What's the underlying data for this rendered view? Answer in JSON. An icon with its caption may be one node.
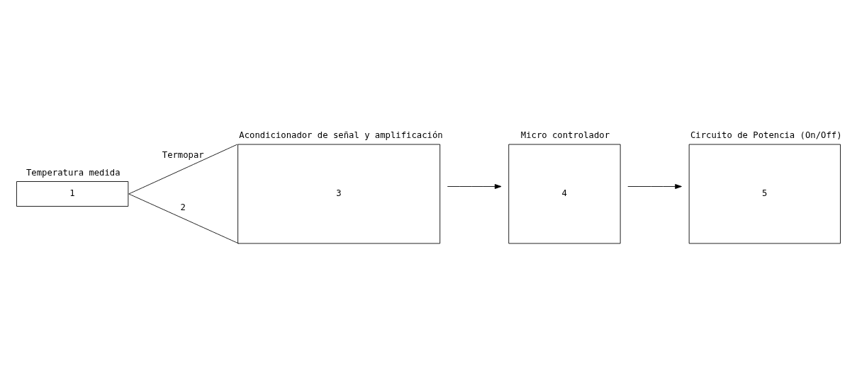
{
  "diagram": {
    "nodes": [
      {
        "text": [
          "Temperatura medida",
          "1"
        ]
      },
      {
        "text": [
          "Acondicionador de señal y amplificación",
          "3"
        ]
      },
      {
        "text": [
          "Micro controlador",
          "4"
        ]
      },
      {
        "text": [
          "Circuito de Potencia (On/Off)",
          "5"
        ]
      }
    ],
    "edges": [
      {
        "from": 0,
        "to": 1,
        "arrow": "none",
        "label": "Termopar"
      },
      {
        "from": 0,
        "to": 1,
        "arrow": "none",
        "label": "2"
      },
      {
        "from": 1,
        "to": 2,
        "arrow": "to"
      },
      {
        "from": 2,
        "to": 3,
        "arrow": "to"
      }
    ]
  }
}
